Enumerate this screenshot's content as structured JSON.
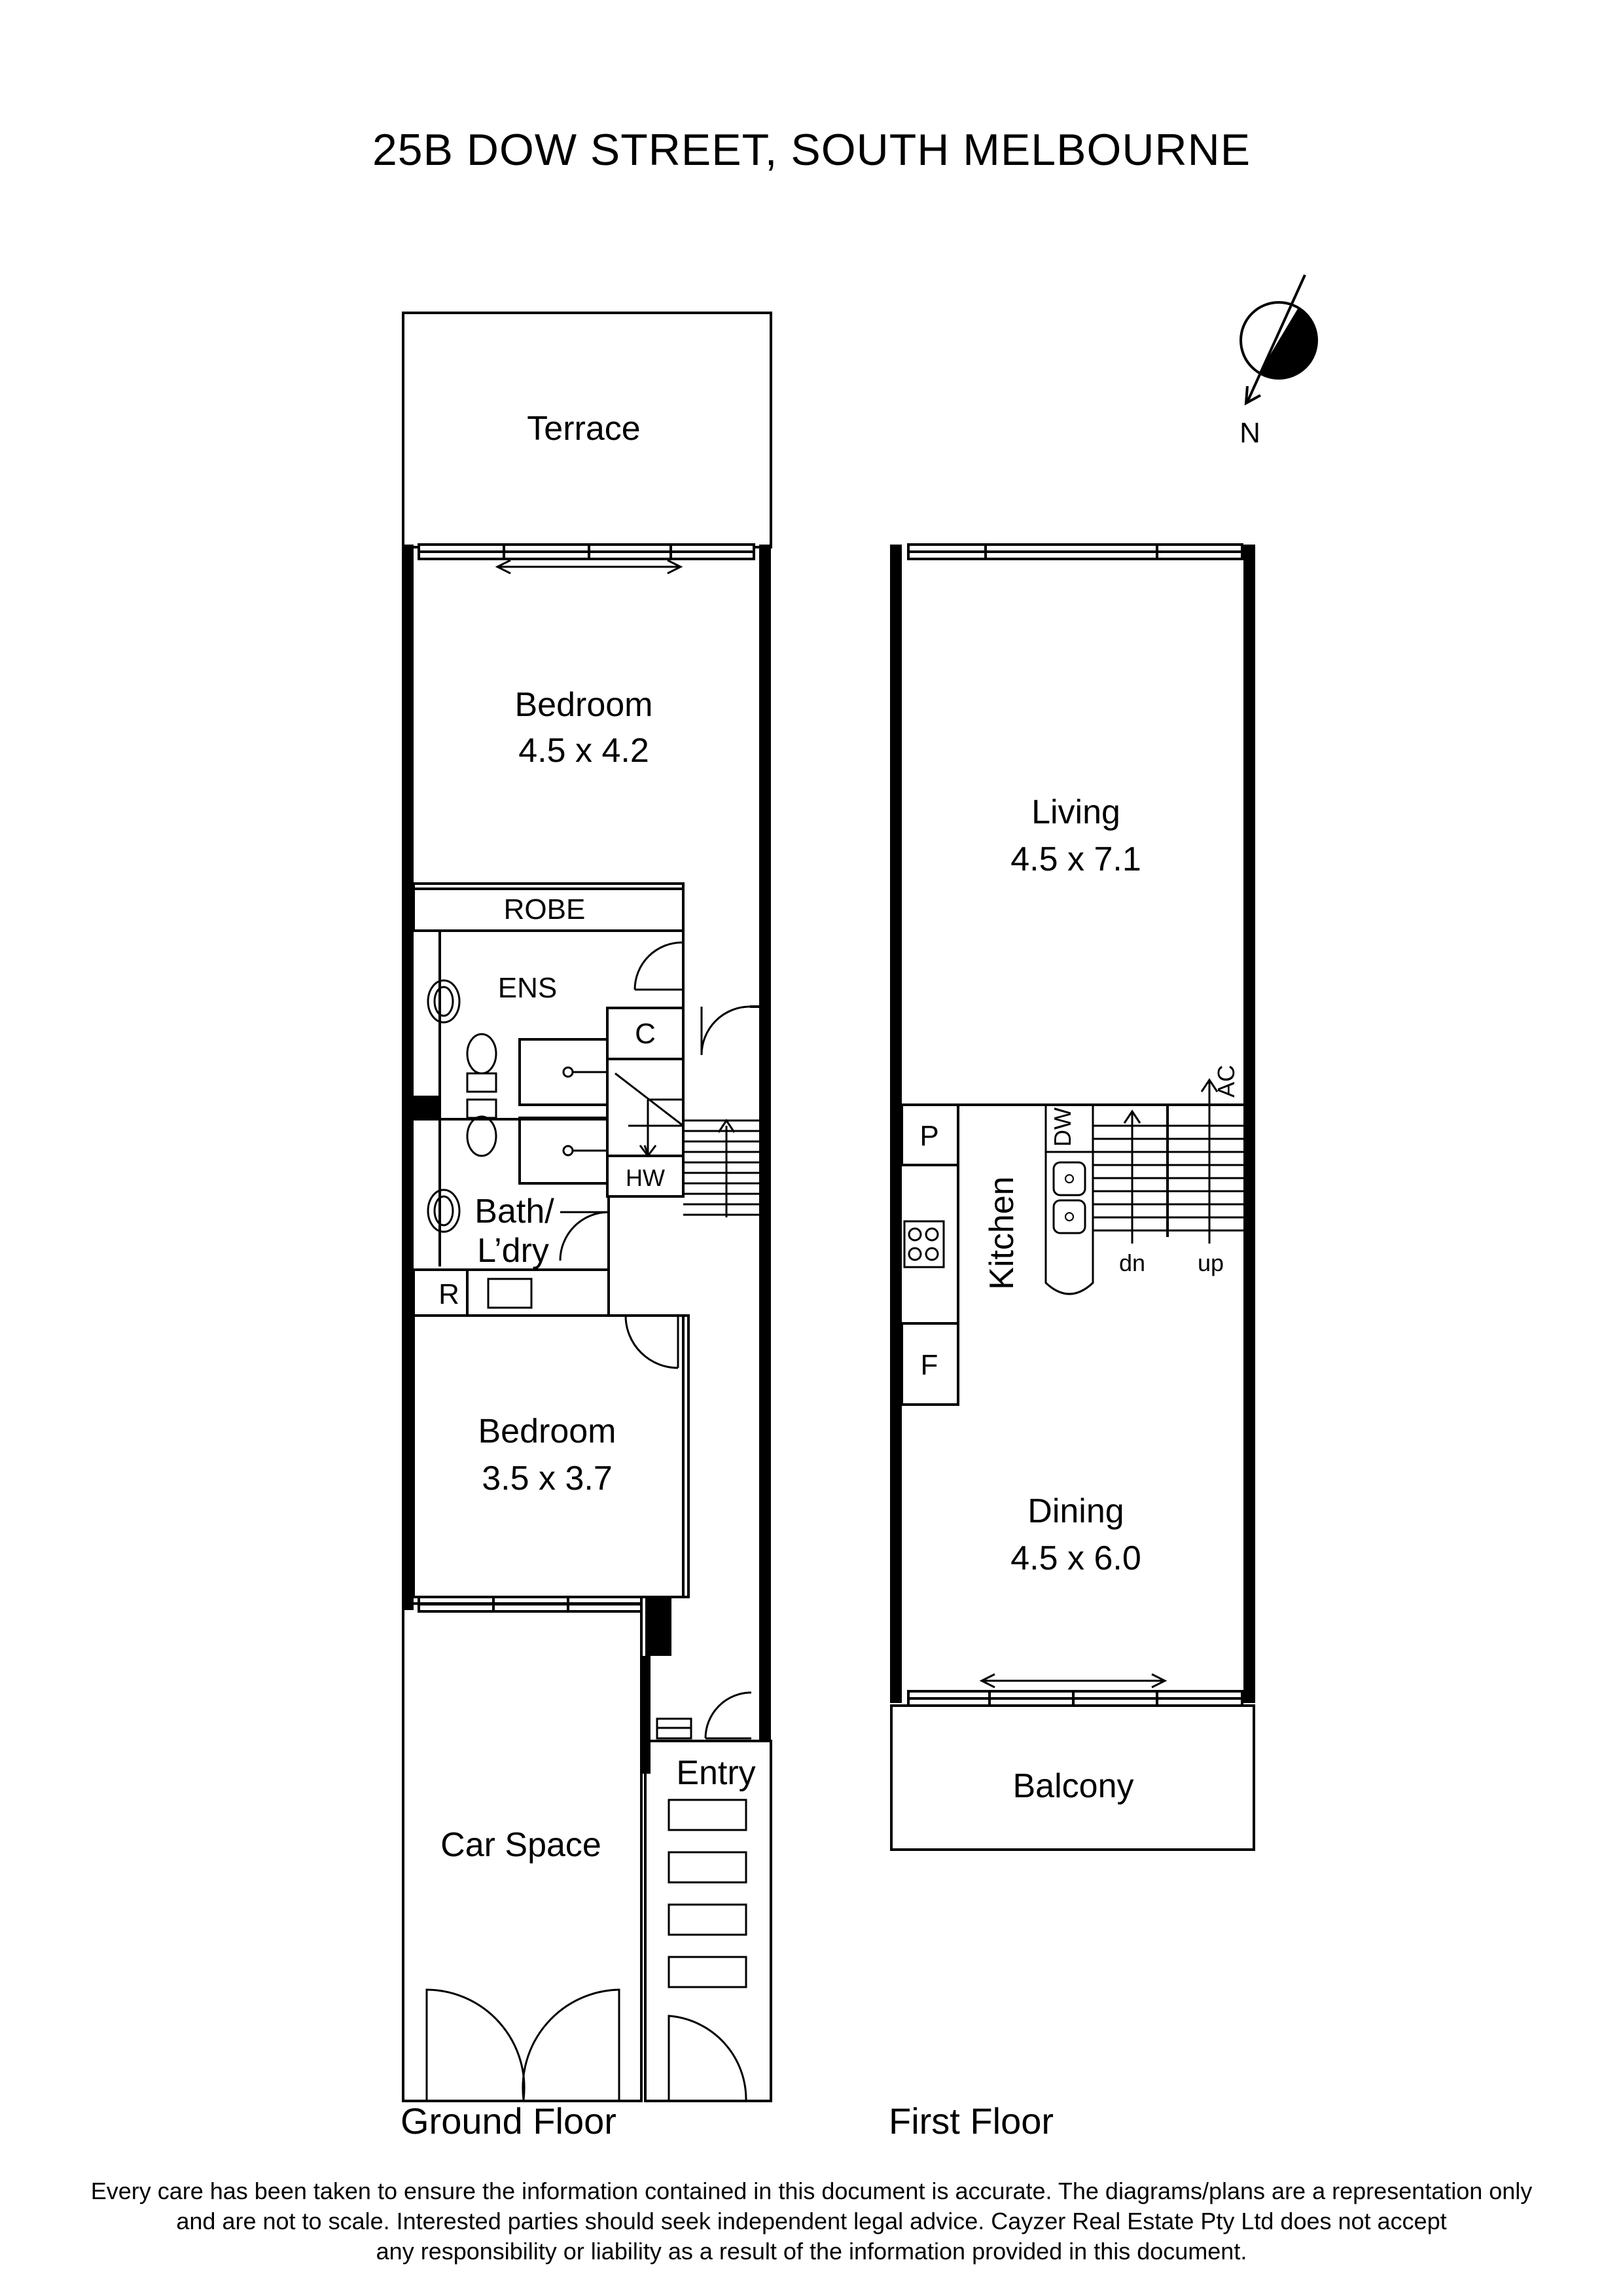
{
  "title": "25B DOW STREET, SOUTH MELBOURNE",
  "compass": {
    "label": "N",
    "icon": "north-compass-icon"
  },
  "ground_floor": {
    "label": "Ground Floor",
    "rooms": {
      "terrace": {
        "name": "Terrace"
      },
      "bedroom1": {
        "name": "Bedroom",
        "dims": "4.5 x 4.2"
      },
      "robe": {
        "name": "ROBE"
      },
      "ens": {
        "name": "ENS"
      },
      "cupboard": {
        "name": "C"
      },
      "hw": {
        "name": "HW"
      },
      "bath": {
        "name_line1": "Bath/",
        "name_line2": "L’dry"
      },
      "r": {
        "name": "R"
      },
      "bedroom2": {
        "name": "Bedroom",
        "dims": "3.5 x 3.7"
      },
      "entry": {
        "name": "Entry"
      },
      "car_space": {
        "name": "Car Space"
      }
    }
  },
  "first_floor": {
    "label": "First Floor",
    "rooms": {
      "living": {
        "name": "Living",
        "dims": "4.5 x 7.1"
      },
      "pantry": {
        "name": "P"
      },
      "kitchen": {
        "name": "Kitchen"
      },
      "dishwasher": {
        "name": "DW"
      },
      "fridge": {
        "name": "F"
      },
      "stairs_dn": {
        "name": "dn"
      },
      "stairs_up": {
        "name": "up"
      },
      "ac": {
        "name": "AC"
      },
      "dining": {
        "name": "Dining",
        "dims": "4.5 x 6.0"
      },
      "balcony": {
        "name": "Balcony"
      }
    }
  },
  "disclaimer": {
    "line1": "Every care has been taken to ensure the information contained in this document is accurate. The diagrams/plans are a representation only",
    "line2": "and are not to scale. Interested parties should seek independent legal advice. Cayzer Real Estate Pty Ltd does not accept",
    "line3": "any responsibility or liability as a result of the information provided in this document."
  }
}
